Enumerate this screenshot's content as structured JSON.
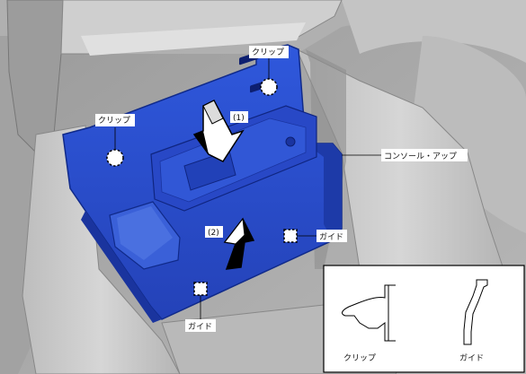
{
  "labels": {
    "clip_top": "クリップ",
    "clip_left": "クリップ",
    "step1": "(1)",
    "step2": "(2)",
    "console_up": "コンソール・アップ",
    "guide_right": "ガイド",
    "guide_bottom": "ガイド"
  },
  "inset": {
    "clip_label": "クリップ",
    "guide_label": "ガイド"
  },
  "colors": {
    "panel_blue": "#2a4fd0",
    "panel_dark": "#1a34a0",
    "panel_shadow": "#15288a",
    "console_gray": "#c9c9c9",
    "background_gray": "#a9a9a9"
  }
}
